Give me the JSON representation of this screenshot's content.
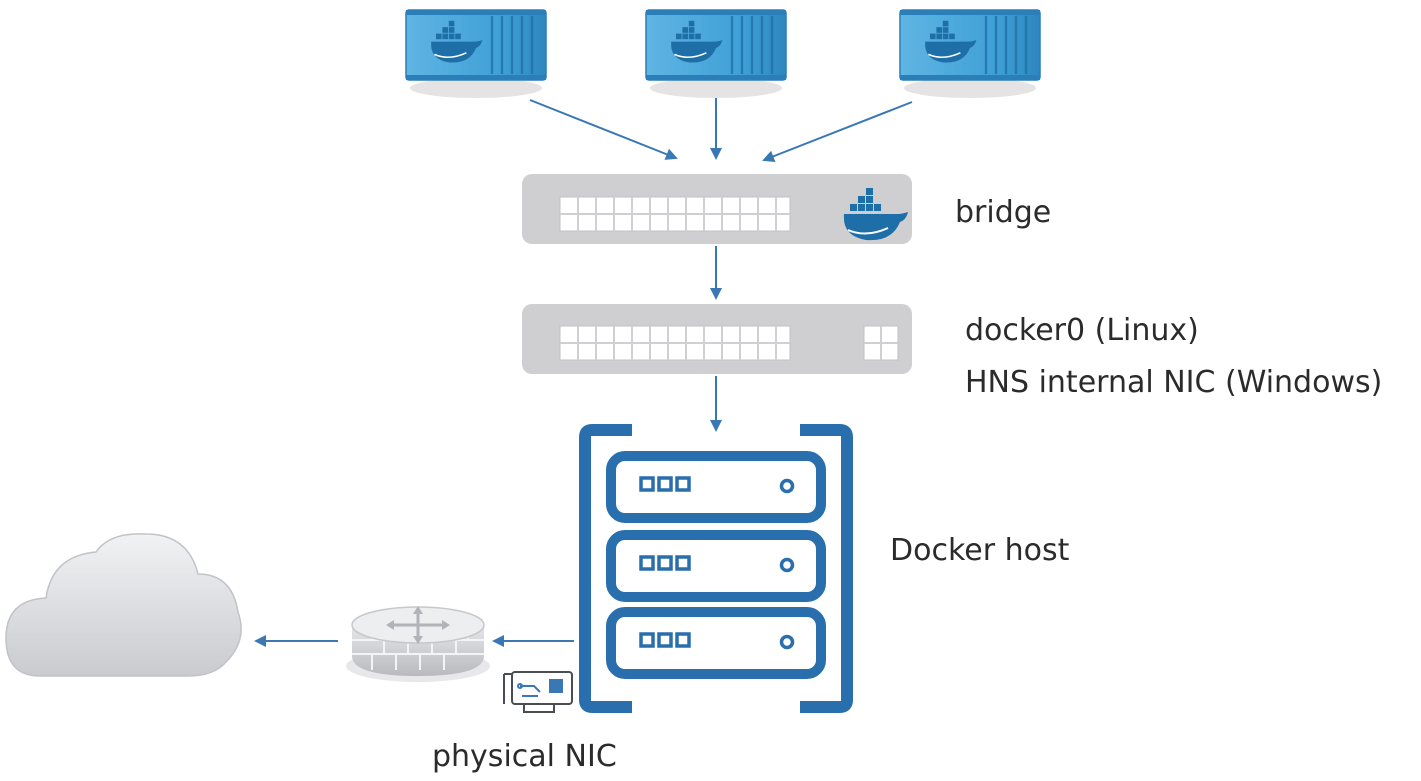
{
  "labels": {
    "bridge": "bridge",
    "docker0_line1": "docker0 (Linux)",
    "docker0_line2": "HNS internal NIC (Windows)",
    "docker_host": "Docker host",
    "physical_nic": "physical NIC"
  },
  "icons": {
    "container": "docker-container-icon",
    "bridge": "network-switch-icon",
    "docker0": "network-switch-icon",
    "host": "server-rack-icon",
    "firewall": "firewall-router-icon",
    "nic": "network-card-icon",
    "cloud": "cloud-icon",
    "whale": "docker-whale-icon"
  },
  "colors": {
    "container_blue": "#3f9fd6",
    "container_dark": "#1e6fa8",
    "switch_gray": "#cfcfd2",
    "server_blue": "#2a6fad",
    "arrow_blue": "#3a78b5",
    "cloud_gray": "#dcdde0",
    "text": "#2b2b2b"
  }
}
